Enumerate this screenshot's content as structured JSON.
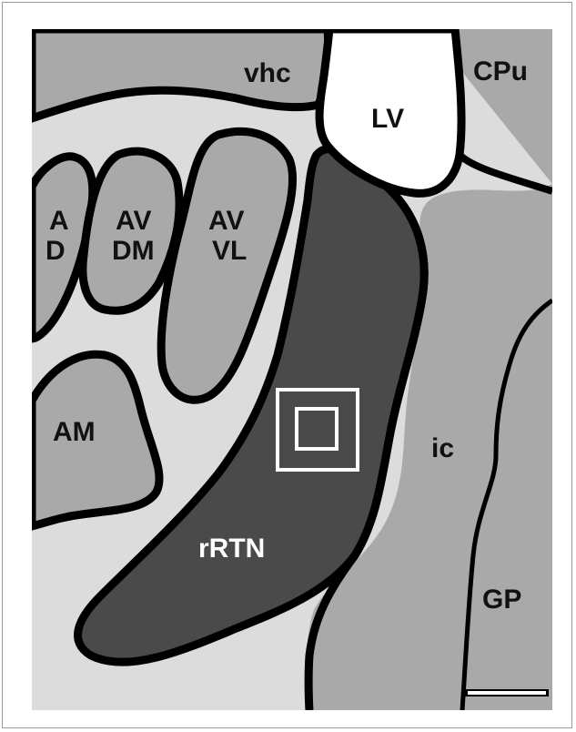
{
  "figure": {
    "regions": [
      {
        "id": "vhc",
        "label": "vhc"
      },
      {
        "id": "LV",
        "label": "LV"
      },
      {
        "id": "CPu",
        "label": "CPu"
      },
      {
        "id": "AD",
        "label_lines": [
          "A",
          "D"
        ]
      },
      {
        "id": "AVDM",
        "label_lines": [
          "AV",
          "DM"
        ]
      },
      {
        "id": "AVVL",
        "label_lines": [
          "AV",
          "VL"
        ]
      },
      {
        "id": "AM",
        "label": "AM"
      },
      {
        "id": "ic",
        "label": "ic"
      },
      {
        "id": "rRTN",
        "label": "rRTN"
      },
      {
        "id": "GP",
        "label": "GP"
      }
    ],
    "colors": {
      "background": "#dcdcdc",
      "mid_gray": "#a9a9a9",
      "dark_region": "#4a4a4a",
      "ventricle": "#ffffff",
      "outline": "#000000",
      "scale_bar": "#ffffff"
    },
    "scale_bar": {
      "label": ""
    }
  }
}
